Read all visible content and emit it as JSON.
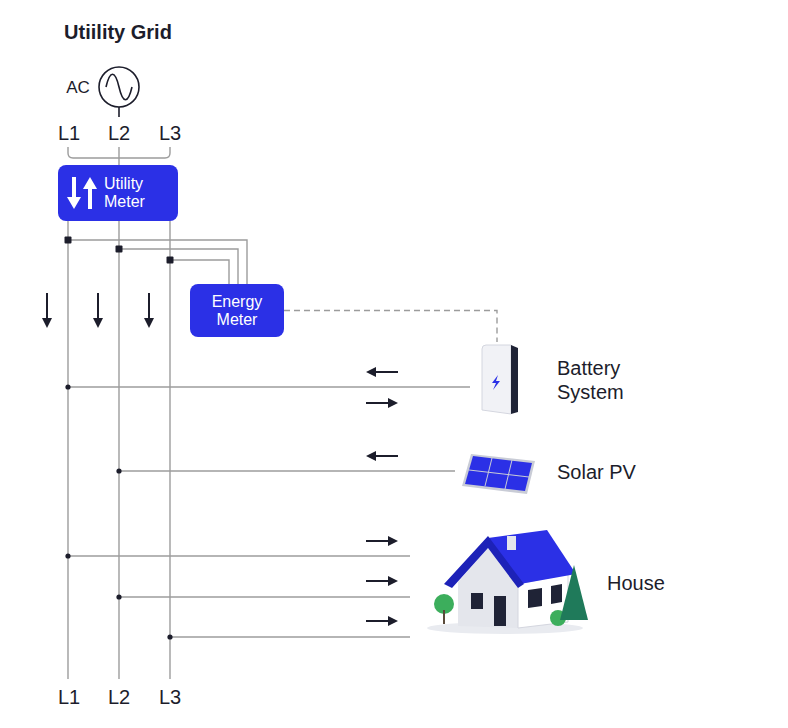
{
  "diagram": {
    "title": "Utiility Grid",
    "nodes": [
      {
        "text": [
          "Utility Meter"
        ]
      },
      {
        "text": [
          "Energy Meter"
        ]
      },
      {
        "text": [
          "Battery System"
        ]
      },
      {
        "text": [
          "Solar PV"
        ]
      },
      {
        "text": [
          "House"
        ]
      }
    ],
    "edges": [
      {
        "from": 1,
        "to": 2,
        "arrow": "none"
      }
    ],
    "labels": [
      "AC",
      "L1",
      "L2",
      "L3",
      "L1",
      "L2",
      "L3"
    ]
  }
}
